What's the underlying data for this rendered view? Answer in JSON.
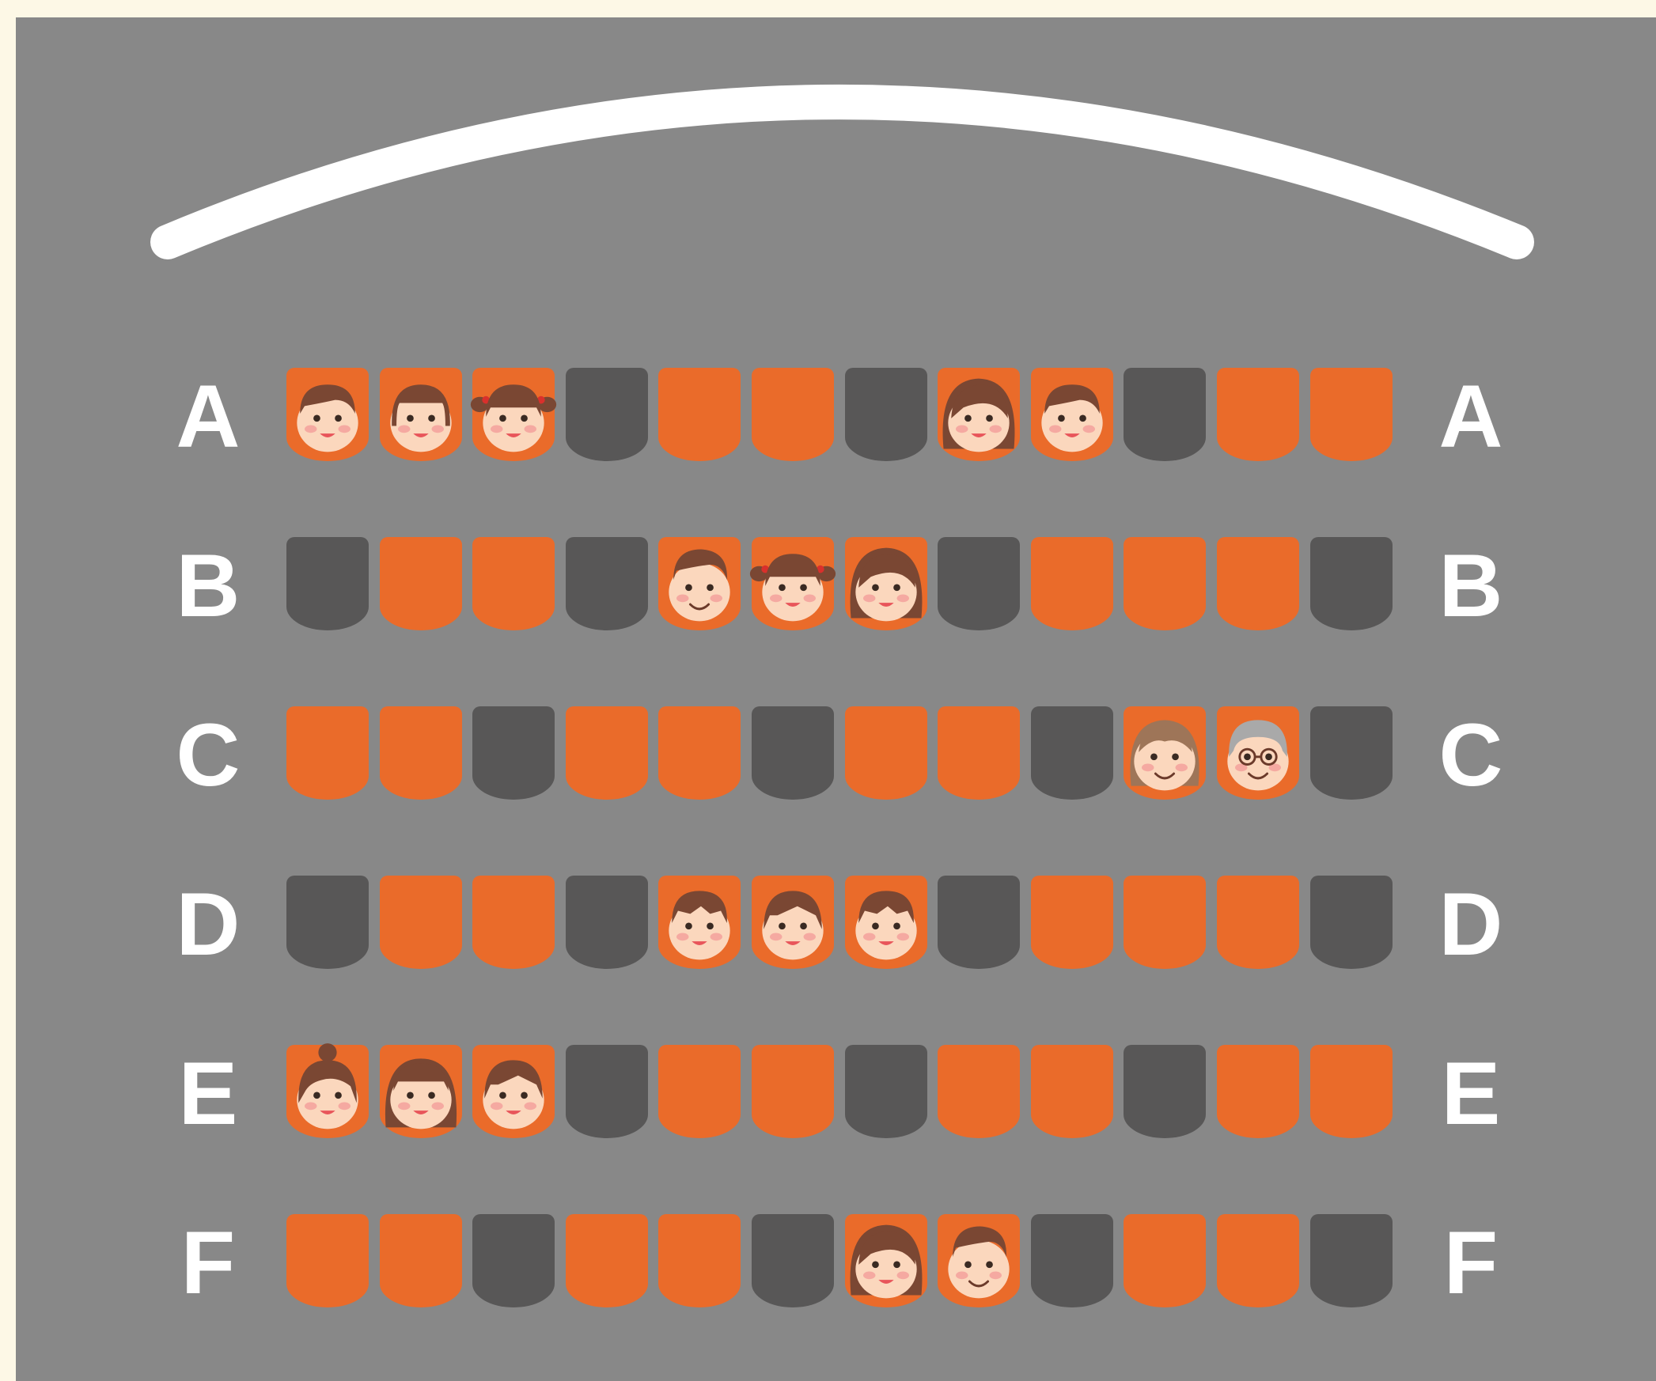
{
  "colors": {
    "page": "#fdf8e6",
    "board": "#888888",
    "screen": "#ffffff",
    "label": "#ffffff",
    "seat_available": "#ea6b2a",
    "seat_unavailable": "#585757",
    "skin": "#fbd7bd",
    "cheek": "#f5a9a1",
    "hair_brown": "#7a4733",
    "hair_gray": "#a9a9a9",
    "hair_light": "#9e7558"
  },
  "legend_values": {
    "available": "seat-available",
    "unavailable": "seat-unavailable"
  },
  "rows": [
    {
      "label": "A",
      "seats": [
        {
          "status": "available",
          "occupant": "boy"
        },
        {
          "status": "available",
          "occupant": "girl-bangs"
        },
        {
          "status": "available",
          "occupant": "girl-pigtails"
        },
        {
          "status": "unavailable",
          "occupant": ""
        },
        {
          "status": "available",
          "occupant": ""
        },
        {
          "status": "available",
          "occupant": ""
        },
        {
          "status": "unavailable",
          "occupant": ""
        },
        {
          "status": "available",
          "occupant": "woman"
        },
        {
          "status": "available",
          "occupant": "boy"
        },
        {
          "status": "unavailable",
          "occupant": ""
        },
        {
          "status": "available",
          "occupant": ""
        },
        {
          "status": "available",
          "occupant": ""
        }
      ]
    },
    {
      "label": "B",
      "seats": [
        {
          "status": "unavailable",
          "occupant": ""
        },
        {
          "status": "available",
          "occupant": ""
        },
        {
          "status": "available",
          "occupant": ""
        },
        {
          "status": "unavailable",
          "occupant": ""
        },
        {
          "status": "available",
          "occupant": "man"
        },
        {
          "status": "available",
          "occupant": "girl-pigtails"
        },
        {
          "status": "available",
          "occupant": "woman"
        },
        {
          "status": "unavailable",
          "occupant": ""
        },
        {
          "status": "available",
          "occupant": ""
        },
        {
          "status": "available",
          "occupant": ""
        },
        {
          "status": "available",
          "occupant": ""
        },
        {
          "status": "unavailable",
          "occupant": ""
        }
      ]
    },
    {
      "label": "C",
      "seats": [
        {
          "status": "available",
          "occupant": ""
        },
        {
          "status": "available",
          "occupant": ""
        },
        {
          "status": "unavailable",
          "occupant": ""
        },
        {
          "status": "available",
          "occupant": ""
        },
        {
          "status": "available",
          "occupant": ""
        },
        {
          "status": "unavailable",
          "occupant": ""
        },
        {
          "status": "available",
          "occupant": ""
        },
        {
          "status": "available",
          "occupant": ""
        },
        {
          "status": "unavailable",
          "occupant": ""
        },
        {
          "status": "available",
          "occupant": "grandma"
        },
        {
          "status": "available",
          "occupant": "grandpa"
        },
        {
          "status": "unavailable",
          "occupant": ""
        }
      ]
    },
    {
      "label": "D",
      "seats": [
        {
          "status": "unavailable",
          "occupant": ""
        },
        {
          "status": "available",
          "occupant": ""
        },
        {
          "status": "available",
          "occupant": ""
        },
        {
          "status": "unavailable",
          "occupant": ""
        },
        {
          "status": "available",
          "occupant": "teen-boy"
        },
        {
          "status": "available",
          "occupant": "teen-girl"
        },
        {
          "status": "available",
          "occupant": "teen-boy"
        },
        {
          "status": "unavailable",
          "occupant": ""
        },
        {
          "status": "available",
          "occupant": ""
        },
        {
          "status": "available",
          "occupant": ""
        },
        {
          "status": "available",
          "occupant": ""
        },
        {
          "status": "unavailable",
          "occupant": ""
        }
      ]
    },
    {
      "label": "E",
      "seats": [
        {
          "status": "available",
          "occupant": "girl-bun"
        },
        {
          "status": "available",
          "occupant": "girl-long"
        },
        {
          "status": "available",
          "occupant": "teen-girl"
        },
        {
          "status": "unavailable",
          "occupant": ""
        },
        {
          "status": "available",
          "occupant": ""
        },
        {
          "status": "available",
          "occupant": ""
        },
        {
          "status": "unavailable",
          "occupant": ""
        },
        {
          "status": "available",
          "occupant": ""
        },
        {
          "status": "available",
          "occupant": ""
        },
        {
          "status": "unavailable",
          "occupant": ""
        },
        {
          "status": "available",
          "occupant": ""
        },
        {
          "status": "available",
          "occupant": ""
        }
      ]
    },
    {
      "label": "F",
      "seats": [
        {
          "status": "available",
          "occupant": ""
        },
        {
          "status": "available",
          "occupant": ""
        },
        {
          "status": "unavailable",
          "occupant": ""
        },
        {
          "status": "available",
          "occupant": ""
        },
        {
          "status": "available",
          "occupant": ""
        },
        {
          "status": "unavailable",
          "occupant": ""
        },
        {
          "status": "available",
          "occupant": "woman-long"
        },
        {
          "status": "available",
          "occupant": "man"
        },
        {
          "status": "unavailable",
          "occupant": ""
        },
        {
          "status": "available",
          "occupant": ""
        },
        {
          "status": "available",
          "occupant": ""
        },
        {
          "status": "unavailable",
          "occupant": ""
        }
      ]
    }
  ]
}
